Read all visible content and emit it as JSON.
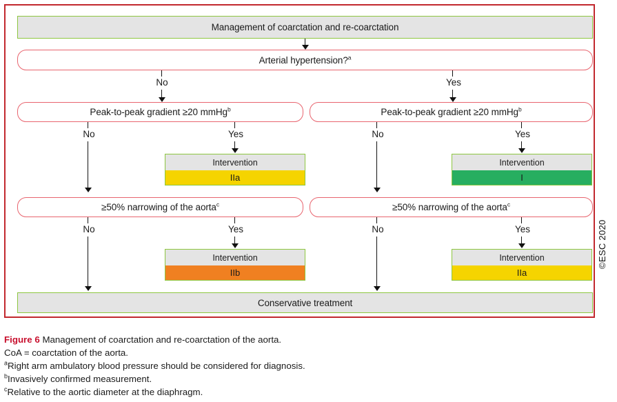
{
  "figure": {
    "title_box": "Management of coarctation and re-coarctation",
    "conservative_box": "Conservative treatment",
    "copyright": "©ESC 2020"
  },
  "decisions": {
    "hypertension": "Arterial hypertension?",
    "hypertension_note": "a",
    "gradient_left": "Peak-to-peak gradient ≥20 mmHg",
    "gradient_left_note": "b",
    "gradient_right": "Peak-to-peak gradient ≥20 mmHg",
    "gradient_right_note": "b",
    "narrowing_left": "≥50% narrowing of the aorta",
    "narrowing_left_note": "c",
    "narrowing_right": "≥50% narrowing of the aorta",
    "narrowing_right_note": "c"
  },
  "branch_labels": {
    "hyp_no": "No",
    "hyp_yes": "Yes",
    "grad_left_no": "No",
    "grad_left_yes": "Yes",
    "grad_right_no": "No",
    "grad_right_yes": "Yes",
    "narrow_left_no": "No",
    "narrow_left_yes": "Yes",
    "narrow_right_no": "No",
    "narrow_right_yes": "Yes"
  },
  "interventions": {
    "header": "Intervention",
    "grad_left": {
      "header": "Intervention",
      "class": "IIa",
      "color": "#F5D400"
    },
    "grad_right": {
      "header": "Intervention",
      "class": "I",
      "color": "#27AE60"
    },
    "narrow_left": {
      "header": "Intervention",
      "class": "IIb",
      "color": "#F08021"
    },
    "narrow_right": {
      "header": "Intervention",
      "class": "IIa",
      "color": "#F5D400"
    }
  },
  "caption": {
    "figure_label": "Figure 6",
    "title": "Management of coarctation and re-coarctation of the aorta.",
    "abbreviation": "CoA = coarctation of the aorta.",
    "footnote_a_marker": "a",
    "footnote_a": "Right arm ambulatory blood pressure should be considered for diagnosis.",
    "footnote_b_marker": "b",
    "footnote_b": "Invasively confirmed measurement.",
    "footnote_c_marker": "c",
    "footnote_c": "Relative to the aortic diameter at the diaphragm."
  },
  "colors": {
    "frame": "#C1272D",
    "proc_border": "#8DC63F",
    "proc_fill": "#E4E4E4",
    "decision_border": "#E8646E",
    "class_I": "#27AE60",
    "class_IIa": "#F5D400",
    "class_IIb": "#F08021",
    "caption_accent": "#C8102E"
  }
}
